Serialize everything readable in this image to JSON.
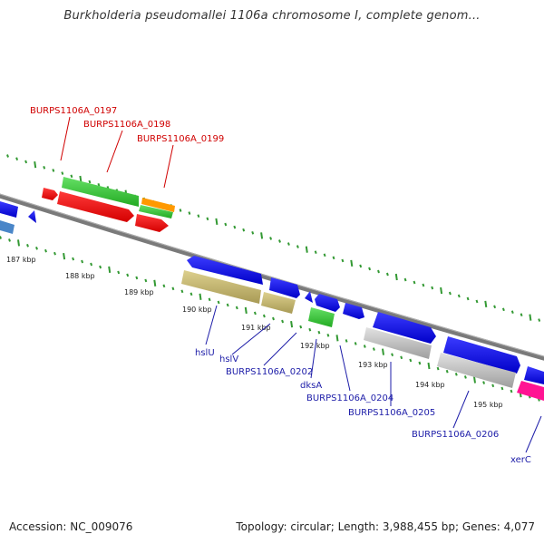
{
  "title": "Burkholderia pseudomallei 1106a chromosome I, complete genom...",
  "footer": {
    "accession": "Accession: NC_009076",
    "summary": "Topology: circular; Length: 3,988,455 bp; Genes: 4,077"
  },
  "scale_labels": [
    "187 kbp",
    "188 kbp",
    "189 kbp",
    "190 kbp",
    "191 kbp",
    "192 kbp",
    "193 kbp",
    "194 kbp",
    "195 kbp"
  ],
  "gene_labels_top": [
    "BURPS1106A_0197",
    "BURPS1106A_0198",
    "BURPS1106A_0199"
  ],
  "gene_labels_bottom": [
    "hslU",
    "hslV",
    "BURPS1106A_0202",
    "dksA",
    "BURPS1106A_0204",
    "BURPS1106A_0205",
    "BURPS1106A_0206",
    "xerC"
  ],
  "colors": {
    "backbone": "#808080",
    "cds": "#0000ee",
    "gene": "#ff0000",
    "green": "#33cc33",
    "orange": "#ff9900",
    "khaki": "#c8b86e",
    "gray": "#c0c0c0",
    "magenta": "#ff1493",
    "steelblue": "#4a86c8",
    "tick": "#339933",
    "label_red": "#d00000",
    "label_blue": "#1c1ca8"
  }
}
